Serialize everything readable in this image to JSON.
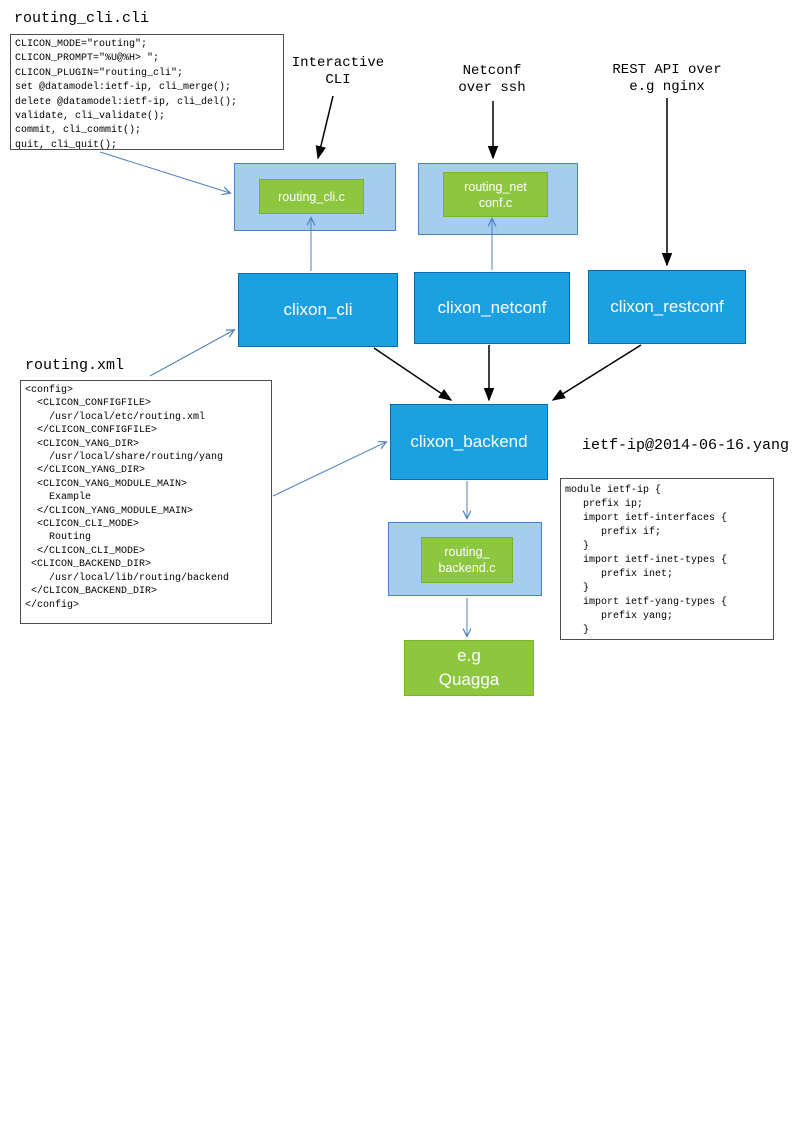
{
  "labels": {
    "cli_file": "routing_cli.cli",
    "xml_file": "routing.xml",
    "yang_file": "ietf-ip@2014-06-16.yang",
    "interactive_cli": "Interactive\nCLI",
    "netconf_over_ssh": "Netconf\nover ssh",
    "rest_api": "REST API over\ne.g nginx"
  },
  "nodes": {
    "routing_cli_c": "routing_cli.c",
    "routing_netconf_c": "routing_net\nconf.c",
    "clixon_cli": "clixon_cli",
    "clixon_netconf": "clixon_netconf",
    "clixon_restconf": "clixon_restconf",
    "clixon_backend": "clixon_backend",
    "routing_backend_c": "routing_\nbackend.c",
    "quagga": "e.g\nQuagga"
  },
  "code": {
    "cli": "CLICON_MODE=\"routing\";\nCLICON_PROMPT=\"%U@%H> \";\nCLICON_PLUGIN=\"routing_cli\";\nset @datamodel:ietf-ip, cli_merge();\ndelete @datamodel:ietf-ip, cli_del();\nvalidate, cli_validate();\ncommit, cli_commit();\nquit, cli_quit();",
    "xml": "<config>\n  <CLICON_CONFIGFILE>\n    /usr/local/etc/routing.xml\n  </CLICON_CONFIGFILE>\n  <CLICON_YANG_DIR>\n    /usr/local/share/routing/yang\n  </CLICON_YANG_DIR>\n  <CLICON_YANG_MODULE_MAIN>\n    Example\n  </CLICON_YANG_MODULE_MAIN>\n  <CLICON_CLI_MODE>\n    Routing\n  </CLICON_CLI_MODE>\n <CLICON_BACKEND_DIR>\n    /usr/local/lib/routing/backend\n </CLICON_BACKEND_DIR>\n</config>",
    "yang": "module ietf-ip {\n   prefix ip;\n   import ietf-interfaces {\n      prefix if;\n   }\n   import ietf-inet-types {\n      prefix inet;\n   }\n   import ietf-yang-types {\n      prefix yang;\n   }"
  },
  "colors": {
    "node_blue": "#1ba1e2",
    "node_blue_border": "#006eaf",
    "node_light_blue": "#a6cdee",
    "node_green": "#8dc63f",
    "arrow_blue": "#4f81bd",
    "arrow_black": "#000000"
  }
}
